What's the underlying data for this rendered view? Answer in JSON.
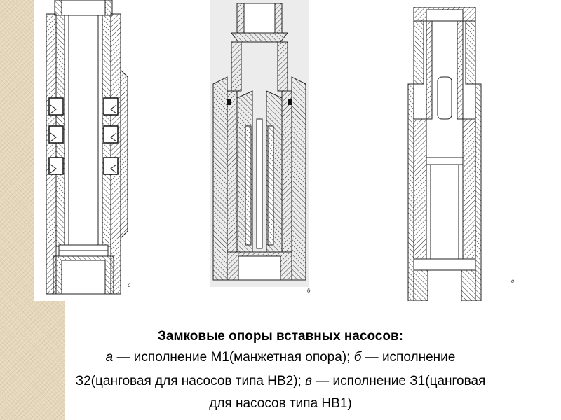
{
  "figures": {
    "a": {
      "label": "а"
    },
    "b": {
      "label": "б"
    },
    "c": {
      "label": "в"
    }
  },
  "caption": {
    "title": "Замковые опоры вставных насосов:",
    "line1_letter_a": "а",
    "line1_text_a": " — исполнение М1(манжетная опора); ",
    "line1_letter_b": "б",
    "line1_text_b": " — исполнение",
    "line2_text_b": "З2(цанговая для насосов типа НВ2); ",
    "line2_letter_c": "в",
    "line2_text_c": " — исполнение З1(цанговая",
    "line3_text_c": "для насосов типа НВ1)"
  },
  "colors": {
    "side_texture": "#e9dcc0",
    "hatch": "#333333",
    "figure_b_background": "#ececec"
  }
}
